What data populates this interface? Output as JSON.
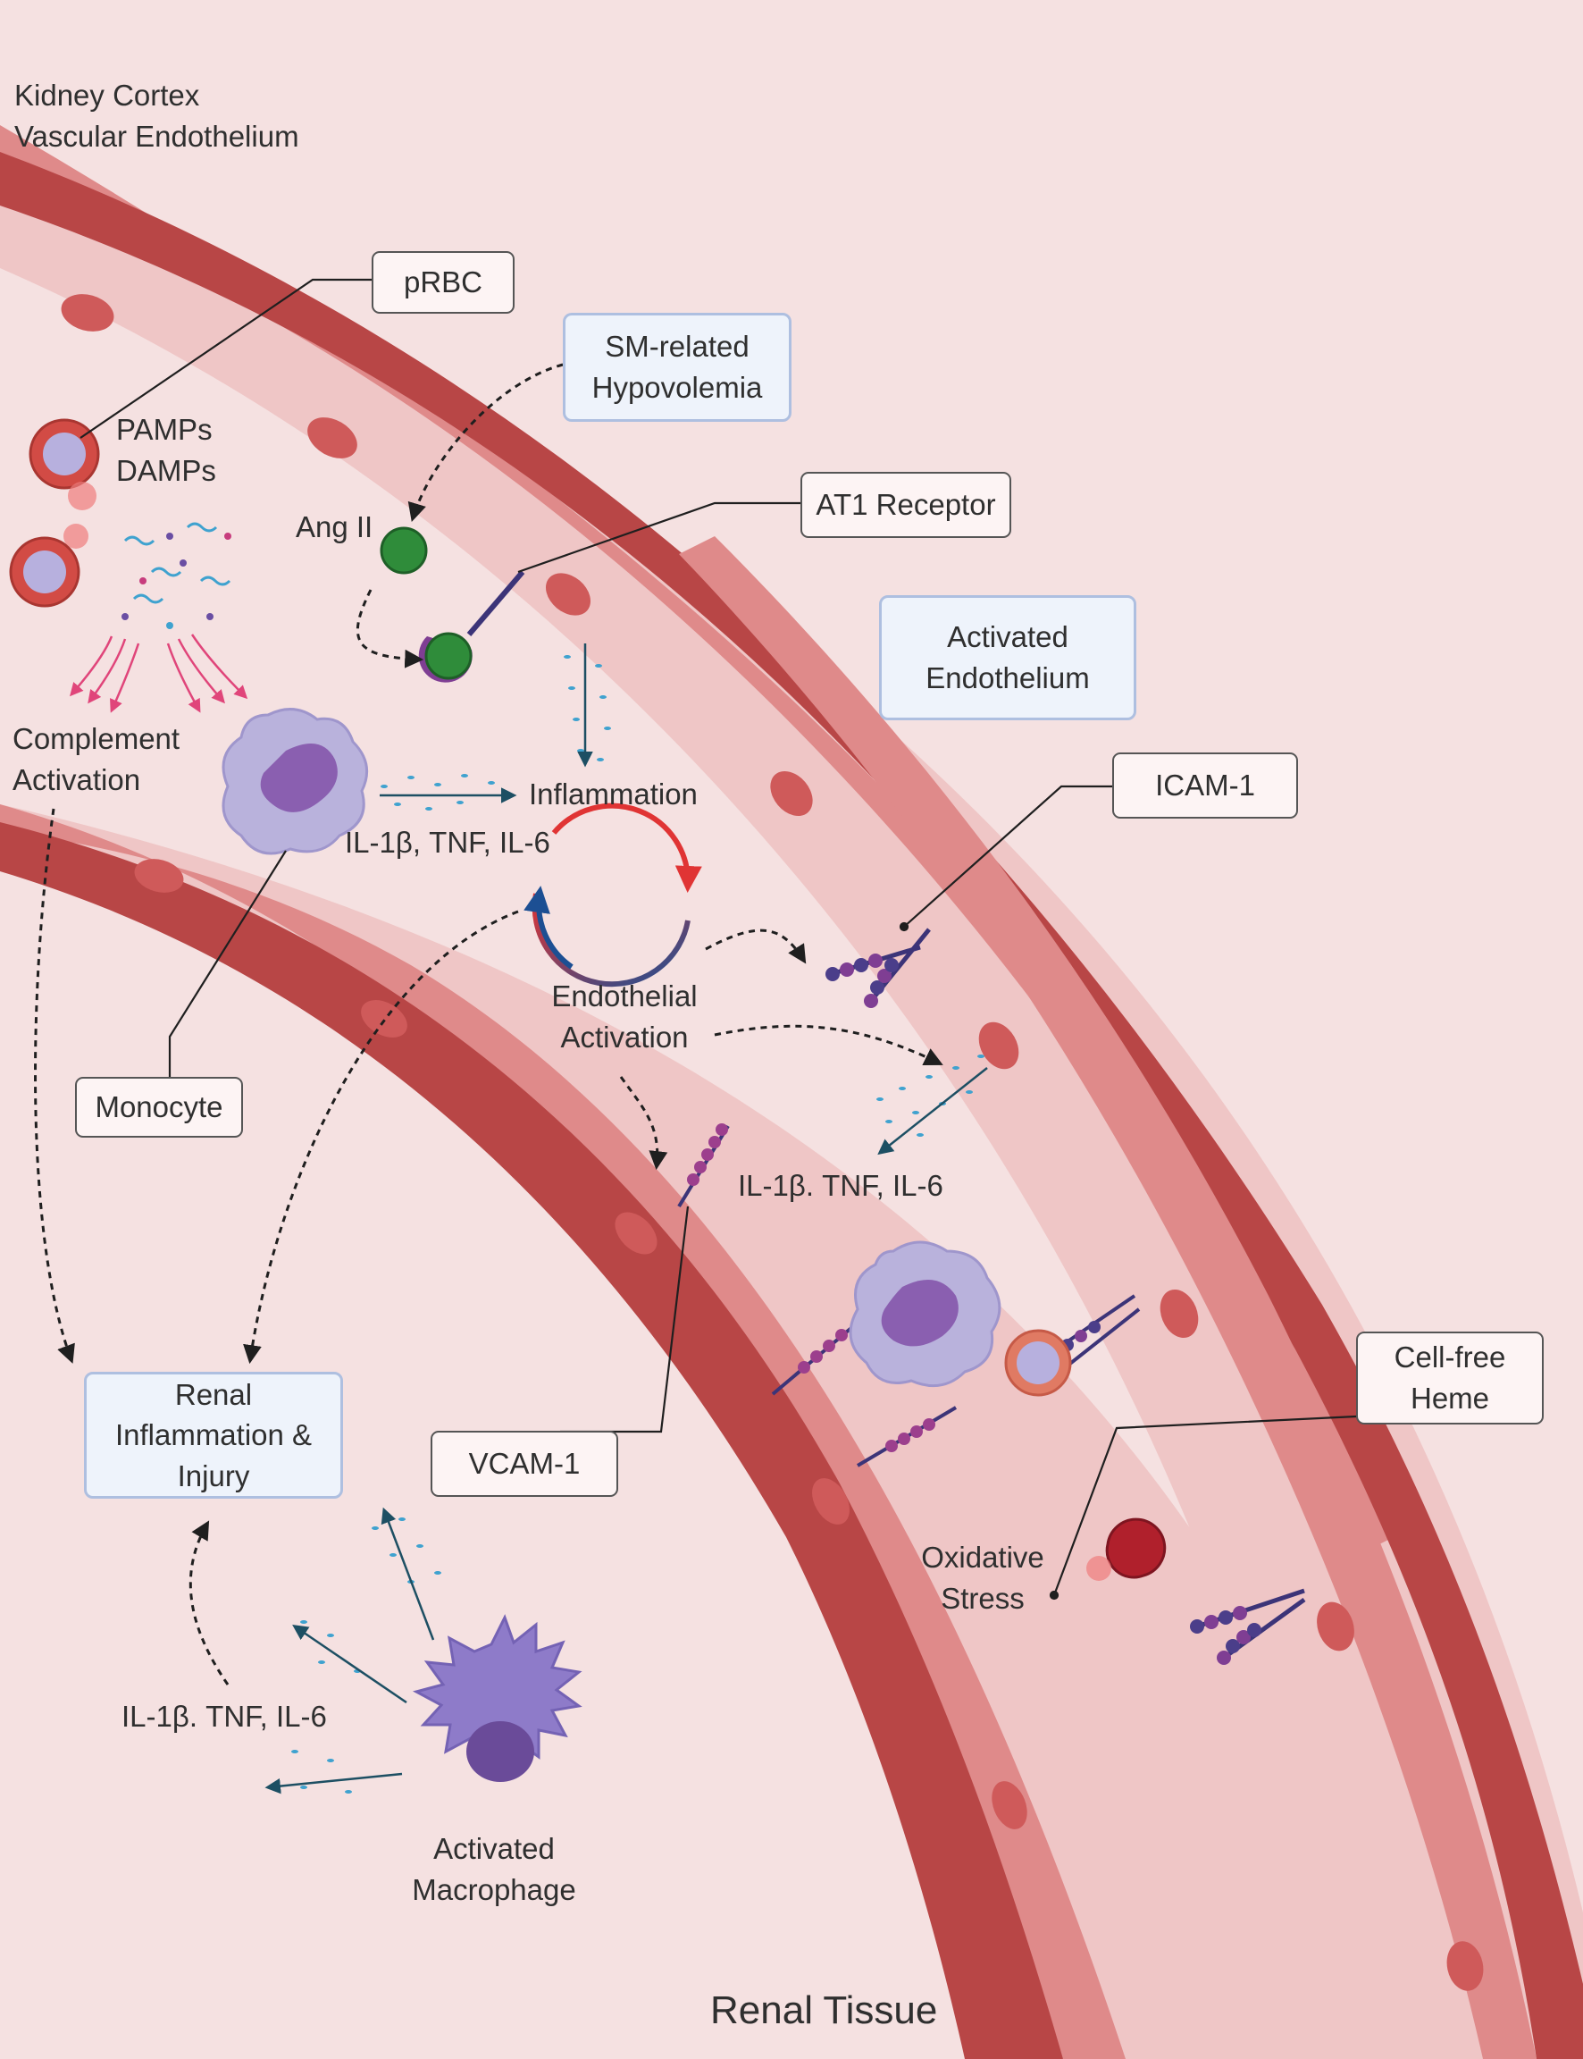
{
  "header": {
    "line1": "Kidney Cortex",
    "line2": "Vascular Endothelium"
  },
  "footer": {
    "tissue": "Renal Tissue"
  },
  "boxes": {
    "prbc": "pRBC",
    "sm_line1": "SM-related",
    "sm_line2": "Hypovolemia",
    "at1": "AT1 Receptor",
    "act_endo_line1": "Activated",
    "act_endo_line2": "Endothelium",
    "icam": "ICAM-1",
    "monocyte": "Monocyte",
    "renal_line1": "Renal",
    "renal_line2": "Inflammation &",
    "renal_line3": "Injury",
    "vcam": "VCAM-1",
    "heme_line1": "Cell-free",
    "heme_line2": "Heme"
  },
  "labels": {
    "pamps": "PAMPs",
    "damps": "DAMPs",
    "ang2": "Ang II",
    "complement_line1": "Complement",
    "complement_line2": "Activation",
    "inflammation": "Inflammation",
    "cyto_monocyte": "IL-1β, TNF, IL-6",
    "endo_act_line1": "Endothelial",
    "endo_act_line2": "Activation",
    "cyto_endothelium": "IL-1β. TNF, IL-6",
    "cyto_macrophage": "IL-1β. TNF, IL-6",
    "oxidative_line1": "Oxidative",
    "oxidative_line2": "Stress",
    "macrophage_line1": "Activated",
    "macrophage_line2": "Macrophage"
  },
  "colors": {
    "background": "#f5e1e1",
    "vessel_wall": "#b84646",
    "endothelium": "#df8a8a",
    "nucleus": "#cf5a5a",
    "lumen": "#efc6c6",
    "box_blue_fill": "#eef3fb",
    "box_blue_border": "#aebfe0",
    "cytokine": "#3fa2cf",
    "arrow_teal": "#1d4f63",
    "cycle_red": "#e03434",
    "cycle_blue": "#1c4f93",
    "monocyte": "#b9b2dc",
    "macrophage": "#8e7bc9",
    "green_ligand": "#2f8c3a",
    "adhesion_purple": "#7f3e93",
    "damp_pink": "#e0457a"
  }
}
